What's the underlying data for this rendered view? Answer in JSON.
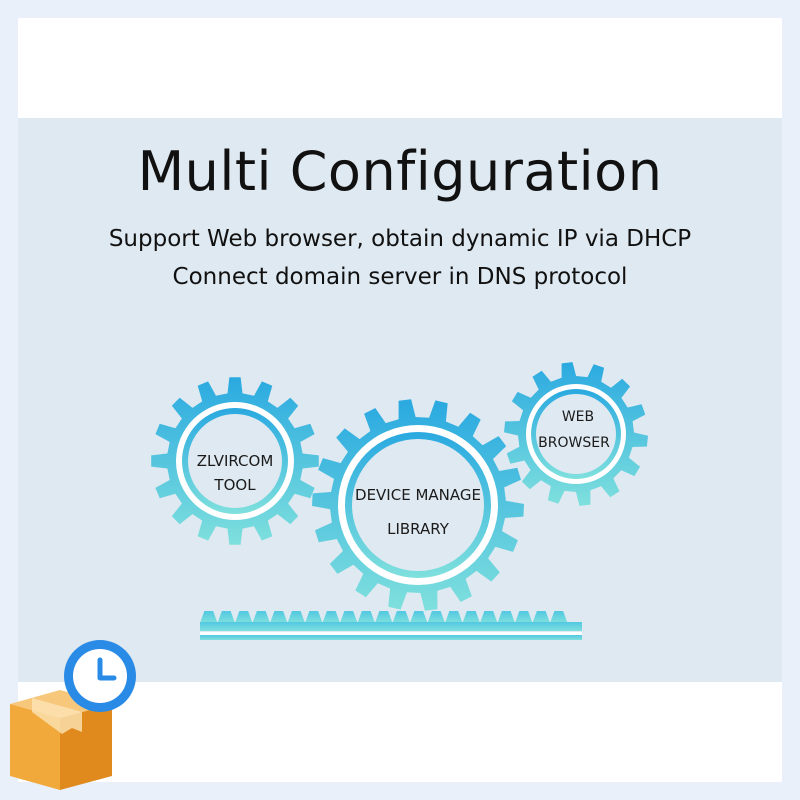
{
  "title": "Multi Configuration",
  "subtitle": {
    "line1": "Support Web browser, obtain dynamic IP via DHCP",
    "line2": "Connect domain server in DNS protocol"
  },
  "gears": {
    "left": {
      "line1": "ZLVIRCOM",
      "line2": "TOOL"
    },
    "center": {
      "line1": "DEVICE MANAGE",
      "line2": "LIBRARY"
    },
    "right": {
      "line1": "WEB",
      "line2": "BROWSER"
    }
  },
  "colors": {
    "gear_dark": "#2aa9e0",
    "gear_light": "#7fe0dd",
    "panel": "#dfe9f1",
    "frame": "#e9f0fa"
  },
  "icons": {
    "badge_box": "package-box-icon",
    "badge_clock": "clock-icon"
  }
}
